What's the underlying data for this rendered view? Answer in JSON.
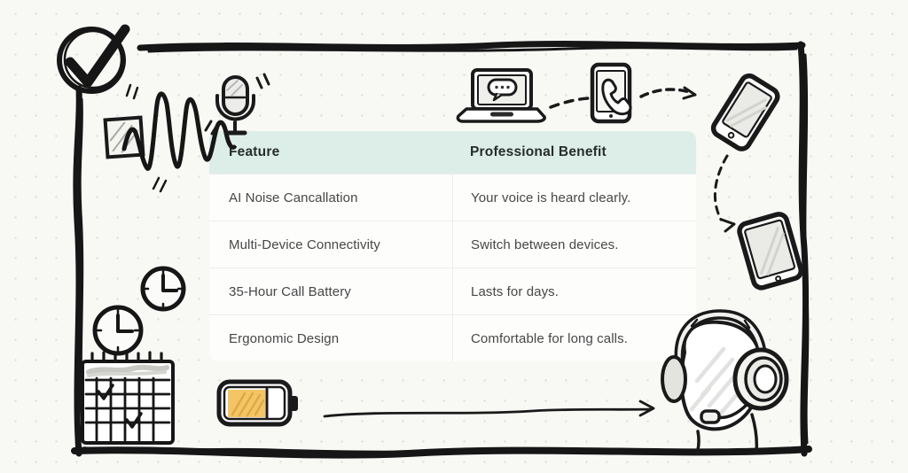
{
  "table": {
    "headers": {
      "feature": "Feature",
      "benefit": "Professional Benefit"
    },
    "header_bg": "#ddeee8",
    "rows": [
      {
        "feature": "AI Noise Cancallation",
        "benefit": "Your voice is heard clearly."
      },
      {
        "feature": "Multi-Device Connectivity",
        "benefit": "Switch between devices."
      },
      {
        "feature": "35-Hour Call Battery",
        "benefit": "Lasts for days."
      },
      {
        "feature": "Ergonomic Design",
        "benefit": "Comfortable for long calls."
      }
    ]
  },
  "doodles": {
    "icons": [
      "checkmark-circle-icon",
      "soundwave-icon",
      "microphone-icon",
      "laptop-chat-icon",
      "phone-call-icon",
      "smartphone-icon",
      "tablet-icon",
      "clock-icon",
      "calendar-icon",
      "battery-icon",
      "arrow-icon",
      "headset-person-icon",
      "sketch-frame"
    ],
    "ink_color": "#1a1a1a",
    "battery_fill_color": "#f3c566",
    "mint_color": "#ddeee8"
  }
}
